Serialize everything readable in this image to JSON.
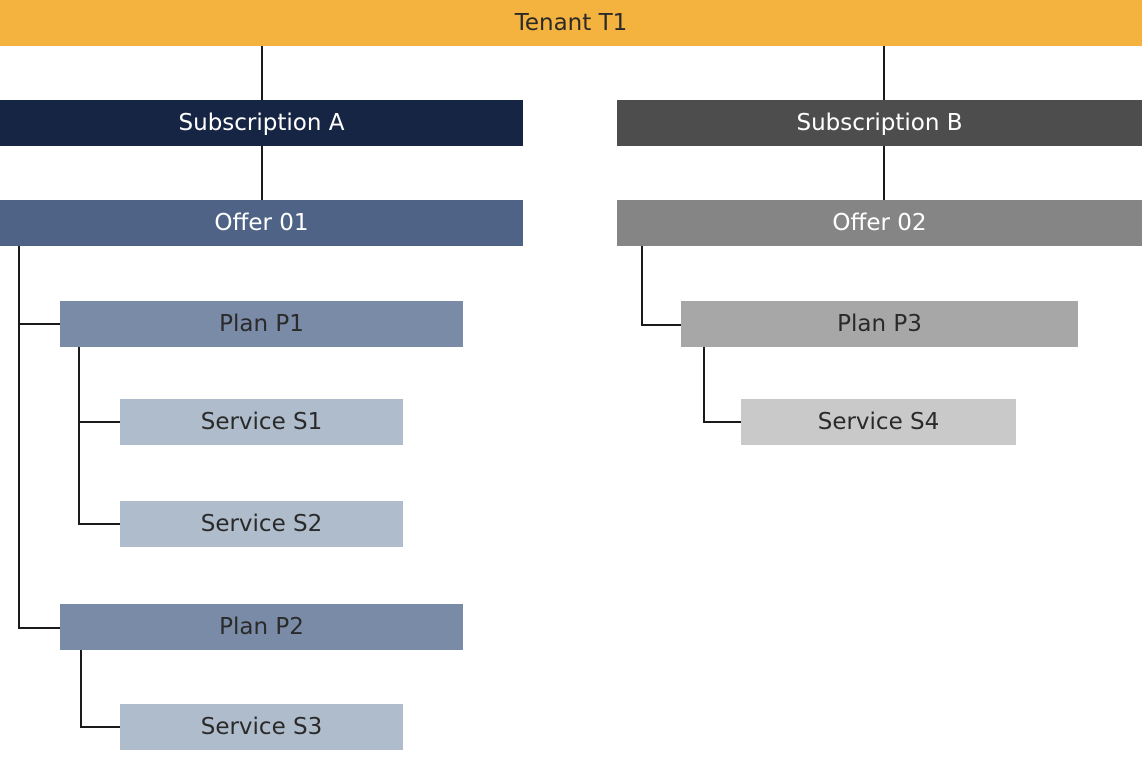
{
  "tenant": {
    "label": "Tenant T1",
    "color": "#f4b23e"
  },
  "subscriptions": [
    {
      "label": "Subscription A",
      "color": "#162544"
    },
    {
      "label": "Subscription B",
      "color": "#4d4d4d"
    }
  ],
  "offers": [
    {
      "label": "Offer 01",
      "color": "#4e6385"
    },
    {
      "label": "Offer 02",
      "color": "#858585"
    }
  ],
  "plans": [
    {
      "label": "Plan P1",
      "color": "#7a8ba7"
    },
    {
      "label": "Plan P2",
      "color": "#7a8ba7"
    },
    {
      "label": "Plan P3",
      "color": "#a7a7a7"
    }
  ],
  "services": [
    {
      "label": "Service S1",
      "color": "#afbccb"
    },
    {
      "label": "Service S2",
      "color": "#afbccb"
    },
    {
      "label": "Service S3",
      "color": "#afbccb"
    },
    {
      "label": "Service S4",
      "color": "#c9c9c9"
    }
  ],
  "text_colors": {
    "light": "#ffffff",
    "dark": "#2a2a2a"
  }
}
